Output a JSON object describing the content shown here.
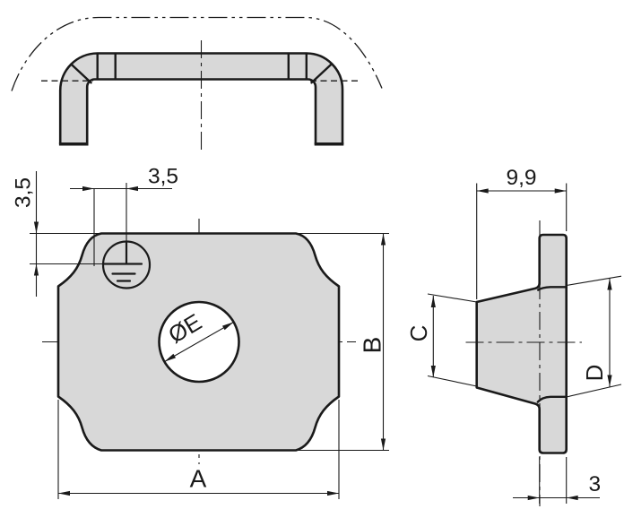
{
  "drawing": {
    "dims": {
      "ground_offset_h": "3,5",
      "ground_offset_v": "3,5",
      "grip_depth": "9,9",
      "width": "A",
      "height": "B",
      "inner_height": "C",
      "outer_height": "D",
      "hole_diameter": "ØE",
      "plate_thickness": "3"
    },
    "colors": {
      "line": "#1a1a1a",
      "part_fill": "#d8d8d8",
      "background": "#ffffff"
    }
  }
}
